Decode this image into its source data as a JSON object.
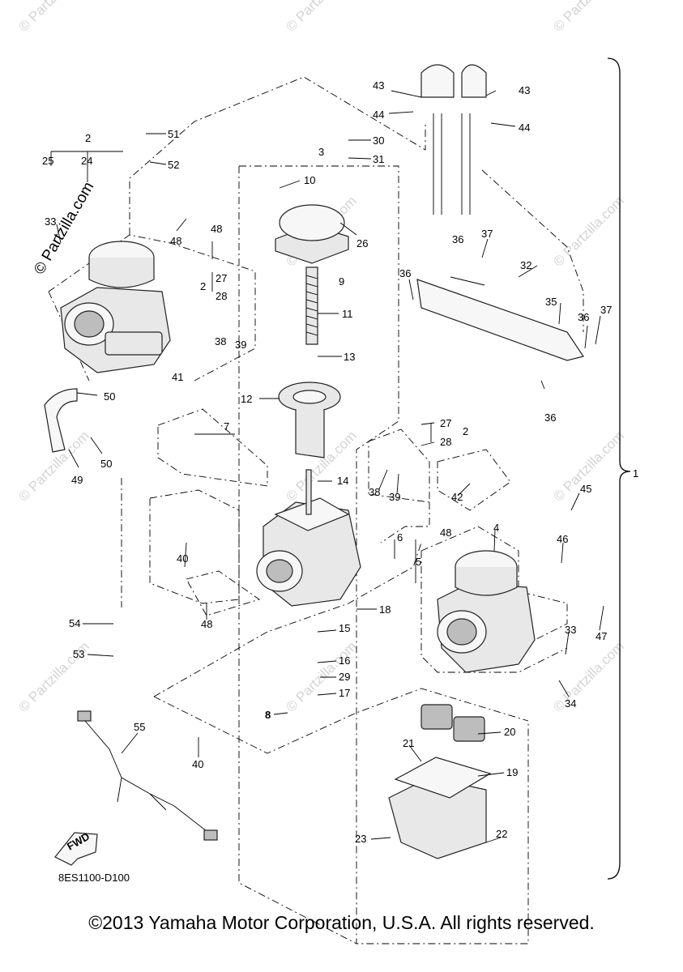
{
  "watermark": {
    "side_text": "© Partzilla.com",
    "repeat_text": "© Partzilla.com"
  },
  "diagram_code": "8ES1100-D100",
  "fwd_label": "FWD",
  "copyright": "©2013 Yamaha Motor Corporation, U.S.A. All rights reserved.",
  "callouts": [
    {
      "id": "43a",
      "label": "43"
    },
    {
      "id": "43b",
      "label": "43"
    },
    {
      "id": "44a",
      "label": "44"
    },
    {
      "id": "44b",
      "label": "44"
    },
    {
      "id": "2a",
      "label": "2"
    },
    {
      "id": "24",
      "label": "24"
    },
    {
      "id": "25",
      "label": "25"
    },
    {
      "id": "51",
      "label": "51"
    },
    {
      "id": "52",
      "label": "52"
    },
    {
      "id": "30",
      "label": "30"
    },
    {
      "id": "31",
      "label": "31"
    },
    {
      "id": "3",
      "label": "3"
    },
    {
      "id": "10",
      "label": "10"
    },
    {
      "id": "26",
      "label": "26"
    },
    {
      "id": "9",
      "label": "9"
    },
    {
      "id": "33a",
      "label": "33"
    },
    {
      "id": "48a",
      "label": "48"
    },
    {
      "id": "48b",
      "label": "48"
    },
    {
      "id": "2b",
      "label": "2"
    },
    {
      "id": "27a",
      "label": "27"
    },
    {
      "id": "28a",
      "label": "28"
    },
    {
      "id": "38a",
      "label": "38"
    },
    {
      "id": "39a",
      "label": "39"
    },
    {
      "id": "41",
      "label": "41"
    },
    {
      "id": "11",
      "label": "11"
    },
    {
      "id": "13",
      "label": "13"
    },
    {
      "id": "12",
      "label": "12"
    },
    {
      "id": "36a",
      "label": "36"
    },
    {
      "id": "37a",
      "label": "37"
    },
    {
      "id": "32",
      "label": "32"
    },
    {
      "id": "36b",
      "label": "36"
    },
    {
      "id": "35",
      "label": "35"
    },
    {
      "id": "36c",
      "label": "36"
    },
    {
      "id": "37b",
      "label": "37"
    },
    {
      "id": "36d",
      "label": "36"
    },
    {
      "id": "50a",
      "label": "50"
    },
    {
      "id": "50b",
      "label": "50"
    },
    {
      "id": "49",
      "label": "49"
    },
    {
      "id": "7",
      "label": "7"
    },
    {
      "id": "27b",
      "label": "27"
    },
    {
      "id": "28b",
      "label": "28"
    },
    {
      "id": "2c",
      "label": "2"
    },
    {
      "id": "38b",
      "label": "38"
    },
    {
      "id": "39b",
      "label": "39"
    },
    {
      "id": "42",
      "label": "42"
    },
    {
      "id": "1",
      "label": "1"
    },
    {
      "id": "14",
      "label": "14"
    },
    {
      "id": "45",
      "label": "45"
    },
    {
      "id": "48c",
      "label": "48"
    },
    {
      "id": "6",
      "label": "6"
    },
    {
      "id": "5",
      "label": "5"
    },
    {
      "id": "4",
      "label": "4"
    },
    {
      "id": "46",
      "label": "46"
    },
    {
      "id": "40a",
      "label": "40"
    },
    {
      "id": "48d",
      "label": "48"
    },
    {
      "id": "18",
      "label": "18"
    },
    {
      "id": "15",
      "label": "15"
    },
    {
      "id": "54",
      "label": "54"
    },
    {
      "id": "53",
      "label": "53"
    },
    {
      "id": "33b",
      "label": "33"
    },
    {
      "id": "47",
      "label": "47"
    },
    {
      "id": "16",
      "label": "16"
    },
    {
      "id": "29",
      "label": "29"
    },
    {
      "id": "17",
      "label": "17"
    },
    {
      "id": "34",
      "label": "34"
    },
    {
      "id": "8",
      "label": "8"
    },
    {
      "id": "55",
      "label": "55"
    },
    {
      "id": "20",
      "label": "20"
    },
    {
      "id": "21",
      "label": "21"
    },
    {
      "id": "40b",
      "label": "40"
    },
    {
      "id": "19",
      "label": "19"
    },
    {
      "id": "23",
      "label": "23"
    },
    {
      "id": "22",
      "label": "22"
    }
  ]
}
